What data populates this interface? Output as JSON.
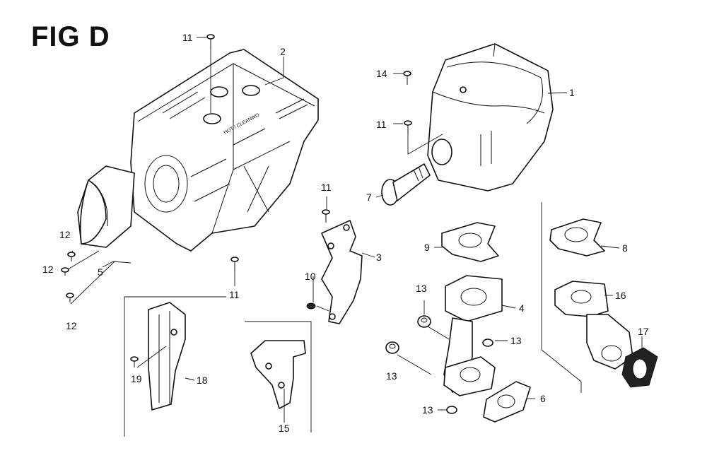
{
  "figure": {
    "title": "FIG D"
  },
  "callouts": {
    "c1": "1",
    "c2": "2",
    "c3": "3",
    "c4": "4",
    "c5": "5",
    "c6": "6",
    "c7": "7",
    "c8": "8",
    "c9": "9",
    "c10": "10",
    "c11a": "11",
    "c11b": "11",
    "c11c": "11",
    "c11d": "11",
    "c12a": "12",
    "c12b": "12",
    "c12c": "12",
    "c13a": "13",
    "c13b": "13",
    "c13c": "13",
    "c13d": "13",
    "c14": "14",
    "c15": "15",
    "c16": "16",
    "c17": "17",
    "c18": "18",
    "c19": "19"
  },
  "stamp": {
    "text": "HOT / CLEANWO"
  }
}
